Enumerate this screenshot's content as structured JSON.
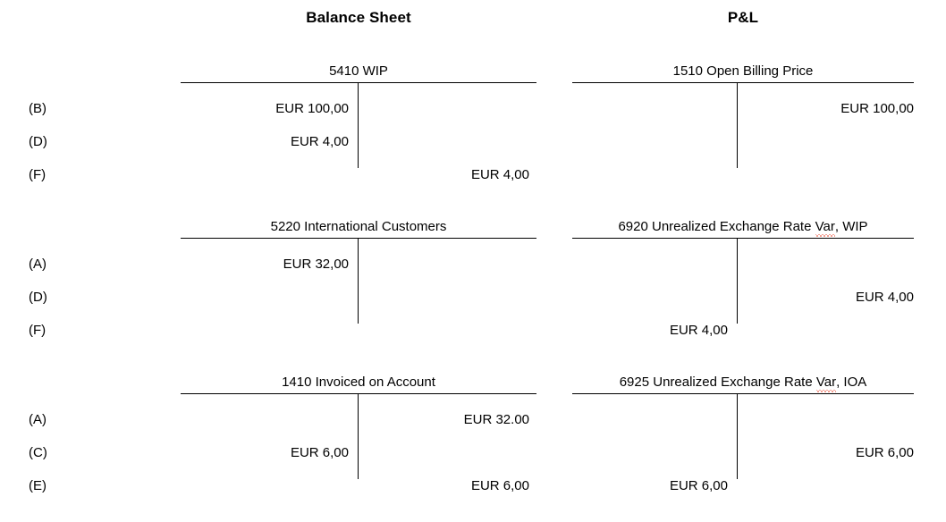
{
  "headers": {
    "balance_sheet": "Balance Sheet",
    "pl": "P&L"
  },
  "colors": {
    "line": "#000000",
    "text": "#000000",
    "background": "#ffffff",
    "spellcheck_underline": "#e8402a"
  },
  "sections": [
    {
      "id": "section-1",
      "row_labels": [
        "(B)",
        "(D)",
        "(F)"
      ],
      "left_account": {
        "title": "5410 WIP",
        "title_misspelled_word": "",
        "rows": [
          {
            "debit": "EUR 100,00",
            "credit": ""
          },
          {
            "debit": "EUR 4,00",
            "credit": ""
          },
          {
            "debit": "",
            "credit": "EUR 4,00"
          }
        ]
      },
      "right_account": {
        "title": "1510 Open Billing Price",
        "title_misspelled_word": "",
        "rows": [
          {
            "debit": "",
            "credit": "EUR 100,00"
          },
          {
            "debit": "",
            "credit": ""
          },
          {
            "debit": "",
            "credit": ""
          }
        ]
      }
    },
    {
      "id": "section-2",
      "row_labels": [
        "(A)",
        "(D)",
        "(F)"
      ],
      "left_account": {
        "title": "5220 International Customers",
        "title_misspelled_word": "",
        "rows": [
          {
            "debit": "EUR 32,00",
            "credit": ""
          },
          {
            "debit": "",
            "credit": ""
          },
          {
            "debit": "",
            "credit": ""
          }
        ]
      },
      "right_account": {
        "title_prefix": "6920 Unrealized Exchange Rate ",
        "title_misspelled_word": "Var",
        "title_suffix": ", WIP",
        "title": "6920 Unrealized Exchange Rate Var, WIP",
        "rows": [
          {
            "debit": "",
            "credit": ""
          },
          {
            "debit": "",
            "credit": "EUR 4,00"
          },
          {
            "debit": "EUR 4,00",
            "credit": ""
          }
        ]
      }
    },
    {
      "id": "section-3",
      "row_labels": [
        "(A)",
        "(C)",
        "(E)"
      ],
      "left_account": {
        "title": "1410 Invoiced on Account",
        "title_misspelled_word": "",
        "rows": [
          {
            "debit": "",
            "credit": "EUR 32.00"
          },
          {
            "debit": "EUR 6,00",
            "credit": ""
          },
          {
            "debit": "",
            "credit": "EUR 6,00"
          }
        ]
      },
      "right_account": {
        "title_prefix": "6925 Unrealized Exchange Rate ",
        "title_misspelled_word": "Var",
        "title_suffix": ", IOA",
        "title": "6925 Unrealized Exchange Rate Var, IOA",
        "rows": [
          {
            "debit": "",
            "credit": ""
          },
          {
            "debit": "",
            "credit": "EUR 6,00"
          },
          {
            "debit": "EUR 6,00",
            "credit": ""
          }
        ]
      }
    }
  ]
}
